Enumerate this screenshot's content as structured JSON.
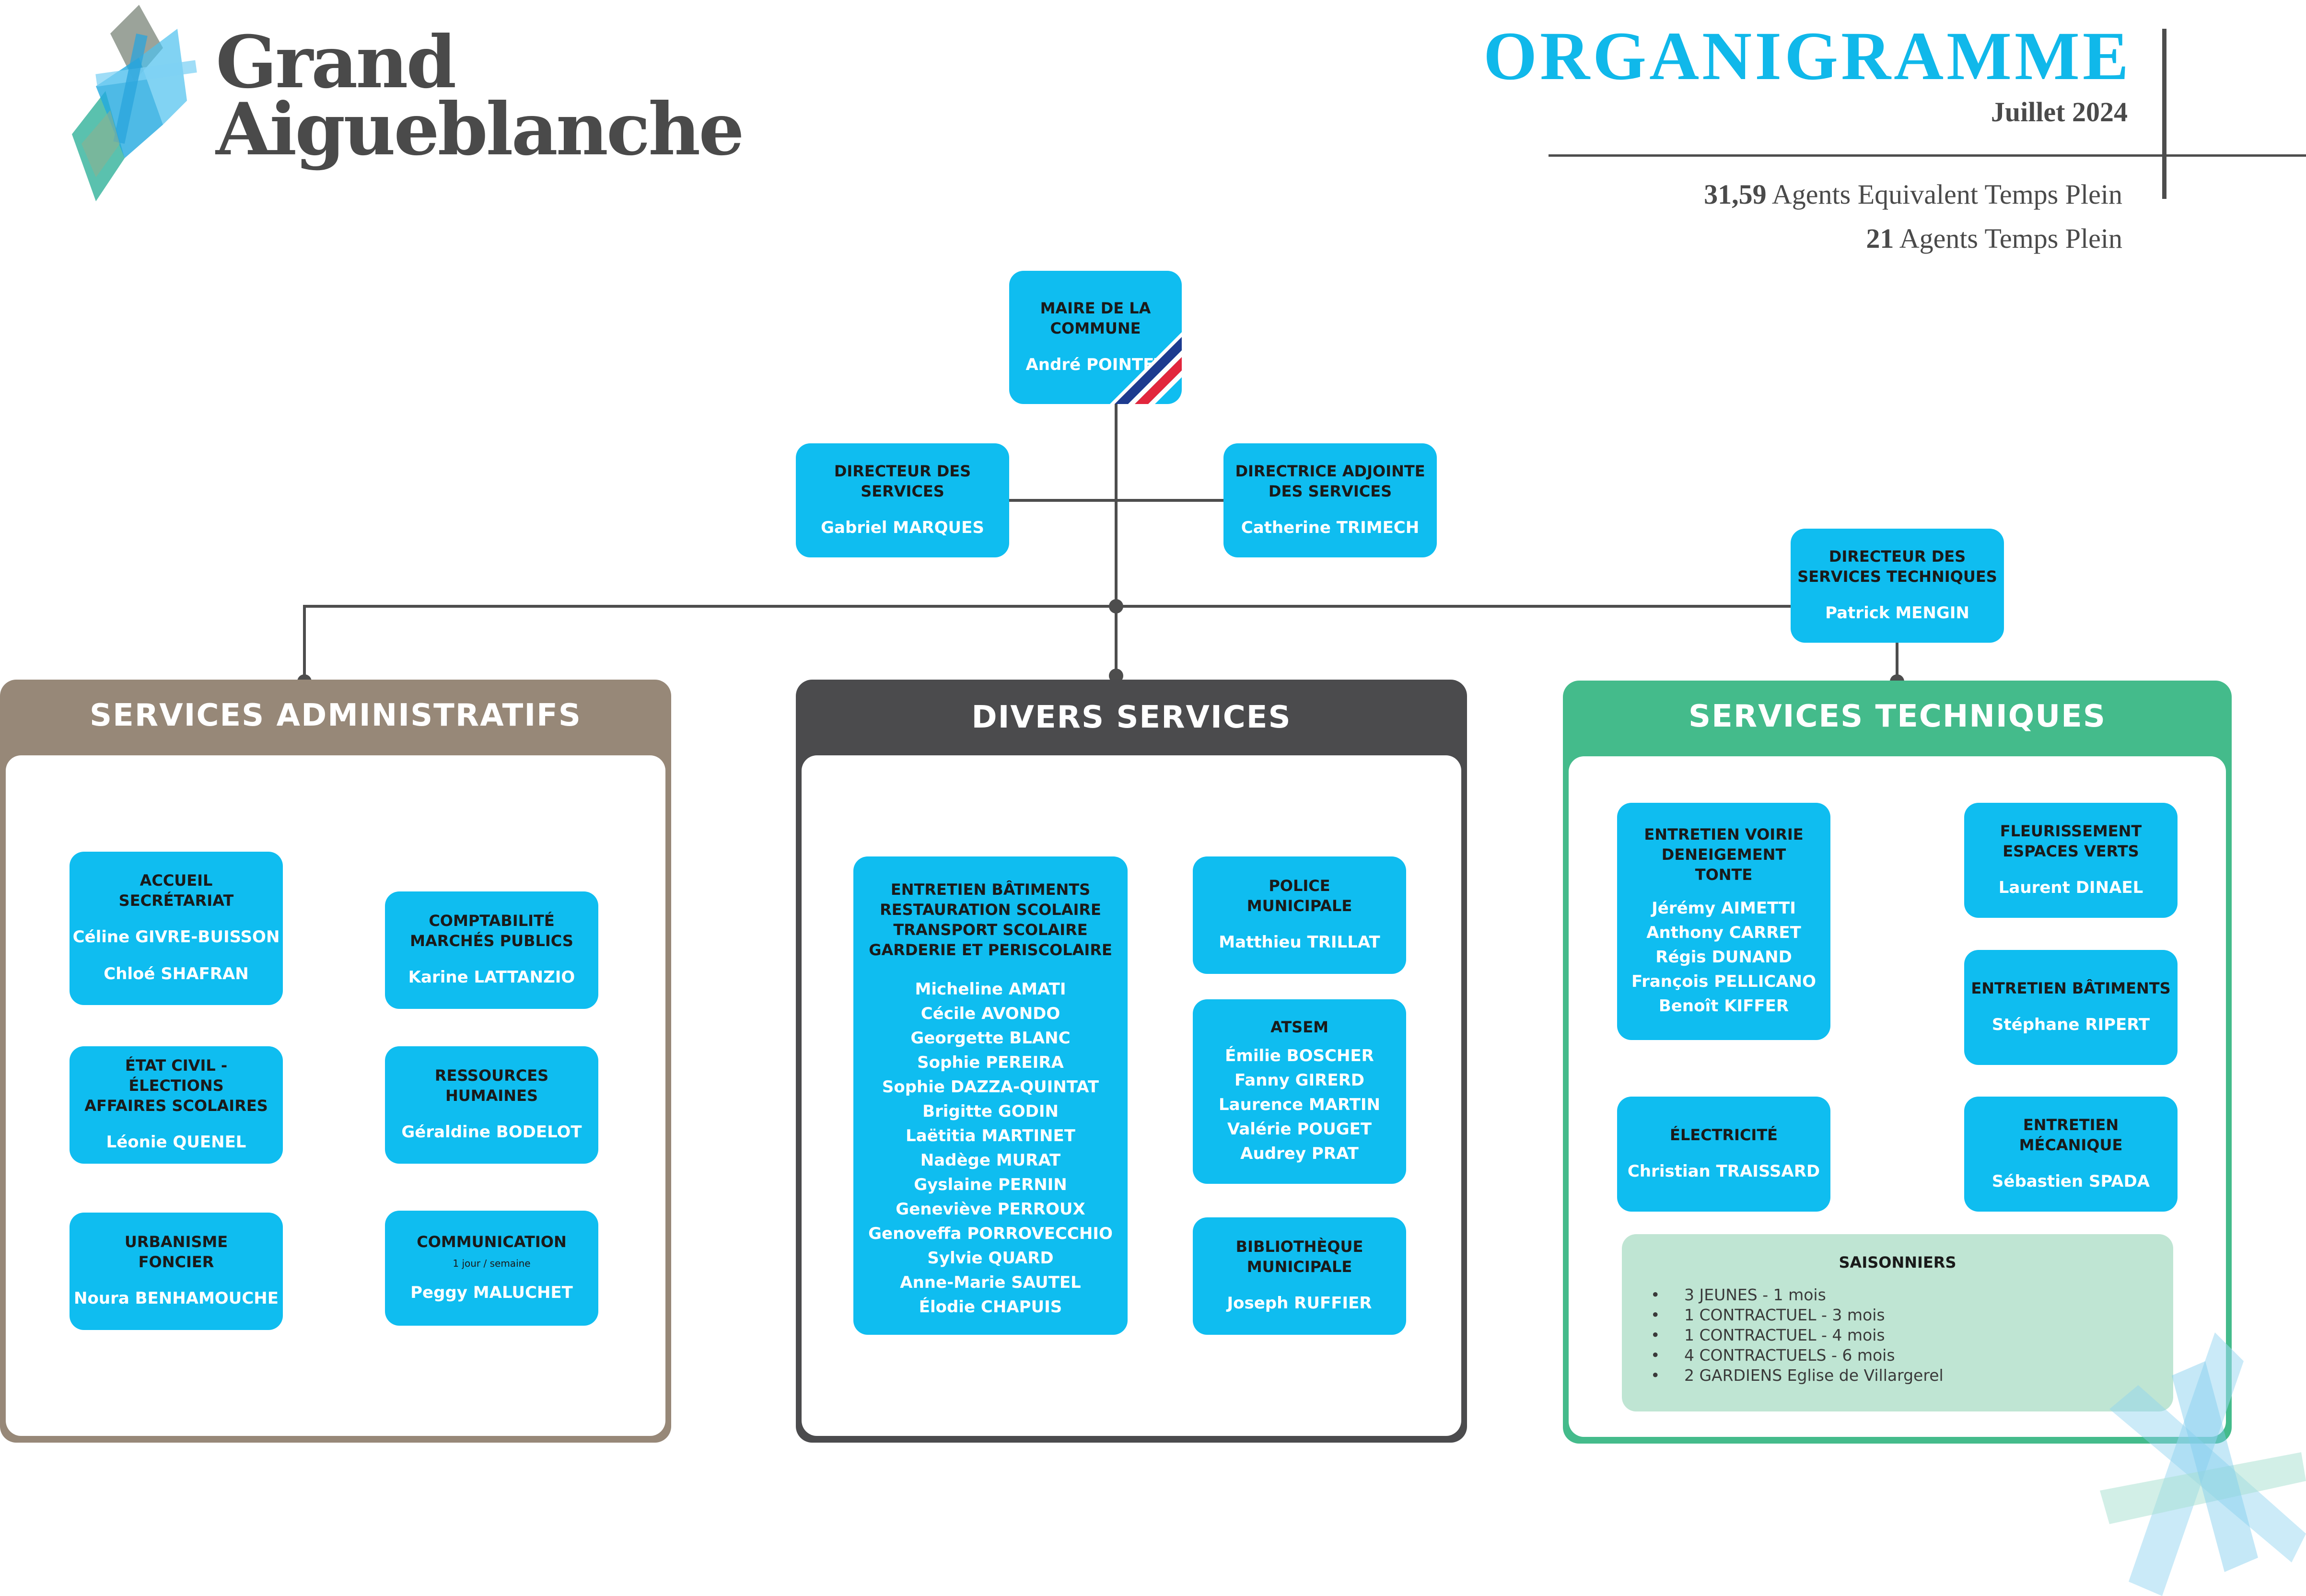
{
  "logo": {
    "line1": "Grand",
    "line2": "Aigueblanche"
  },
  "header": {
    "title": "ORGANIGRAMME",
    "date": "Juillet 2024",
    "stat1_value": "31,59",
    "stat1_label": " Agents Equivalent Temps Plein",
    "stat2_value": "21",
    "stat2_label": " Agents Temps Plein"
  },
  "mayor": {
    "title": "MAIRE DE LA\nCOMMUNE",
    "name": "André POINTET"
  },
  "directeur": {
    "title": "DIRECTEUR DES\nSERVICES",
    "name": "Gabriel MARQUES"
  },
  "directrice": {
    "title": "DIRECTRICE  ADJOINTE\nDES SERVICES",
    "name": "Catherine TRIMECH"
  },
  "dst": {
    "title": "DIRECTEUR DES\nSERVICES TECHNIQUES",
    "name": "Patrick MENGIN"
  },
  "admin": {
    "title": "SERVICES ADMINISTRATIFS",
    "accueil": {
      "title": "ACCUEIL\nSECRÉTARIAT",
      "names": [
        "Céline GIVRE-BUISSON",
        "Chloé SHAFRAN"
      ]
    },
    "compta": {
      "title": "COMPTABILITÉ\nMARCHÉS PUBLICS",
      "name": "Karine LATTANZIO"
    },
    "etatcivil": {
      "title": "ÉTAT CIVIL - ÉLECTIONS\nAFFAIRES SCOLAIRES",
      "name": "Léonie QUENEL"
    },
    "rh": {
      "title": "RESSOURCES\nHUMAINES",
      "name": "Géraldine BODELOT"
    },
    "urbanisme": {
      "title": "URBANISME\nFONCIER",
      "name": "Noura BENHAMOUCHE"
    },
    "communication": {
      "title": "COMMUNICATION",
      "note": "1 jour / semaine",
      "name": "Peggy MALUCHET"
    }
  },
  "divers": {
    "title": "DIVERS SERVICES",
    "batiments": {
      "title": "ENTRETIEN BÂTIMENTS\nRESTAURATION SCOLAIRE\nTRANSPORT SCOLAIRE\nGARDERIE ET PERISCOLAIRE",
      "names": [
        "Micheline AMATI",
        "Cécile AVONDO",
        "Georgette BLANC",
        "Sophie PEREIRA",
        "Sophie DAZZA-QUINTAT",
        "Brigitte GODIN",
        "Laëtitia MARTINET",
        "Nadège MURAT",
        "Gyslaine PERNIN",
        "Geneviève PERROUX",
        "Genoveffa PORROVECCHIO",
        "Sylvie QUARD",
        "Anne-Marie SAUTEL",
        "Élodie CHAPUIS"
      ]
    },
    "police": {
      "title": "POLICE\nMUNICIPALE",
      "name": "Matthieu TRILLAT"
    },
    "atsem": {
      "title": "ATSEM",
      "names": [
        "Émilie BOSCHER",
        "Fanny GIRERD",
        "Laurence MARTIN",
        "Valérie POUGET",
        "Audrey PRAT"
      ]
    },
    "biblio": {
      "title": "BIBLIOTHÈQUE\nMUNICIPALE",
      "name": "Joseph RUFFIER"
    }
  },
  "tech": {
    "title": "SERVICES TECHNIQUES",
    "voirie": {
      "title": "ENTRETIEN VOIRIE\nDENEIGEMENT\nTONTE",
      "names": [
        "Jérémy AIMETTI",
        "Anthony CARRET",
        "Régis DUNAND",
        "François PELLICANO",
        "Benoît KIFFER"
      ]
    },
    "fleur": {
      "title": "FLEURISSEMENT\nESPACES VERTS",
      "name": "Laurent DINAEL"
    },
    "batiments": {
      "title": "ENTRETIEN BÂTIMENTS",
      "name": "Stéphane RIPERT"
    },
    "electricite": {
      "title": "ÉLECTRICITÉ",
      "name": "Christian TRAISSARD"
    },
    "mecanique": {
      "title": "ENTRETIEN MÉCANIQUE",
      "name": "Sébastien SPADA"
    },
    "saisonniers": {
      "title": "SAISONNIERS",
      "items": [
        "3 JEUNES - 1 mois",
        "1 CONTRACTUEL - 3 mois",
        "1 CONTRACTUEL - 4 mois",
        "4 CONTRACTUELS - 6 mois",
        "2 GARDIENS Eglise de Villargerel"
      ]
    }
  },
  "colors": {
    "box": "#0fbdf0",
    "admin": "#978878",
    "divers": "#4b4b4d",
    "tech": "#44bb8b",
    "saisonniers": "#bfe5d3",
    "title": "#10b8ea"
  }
}
